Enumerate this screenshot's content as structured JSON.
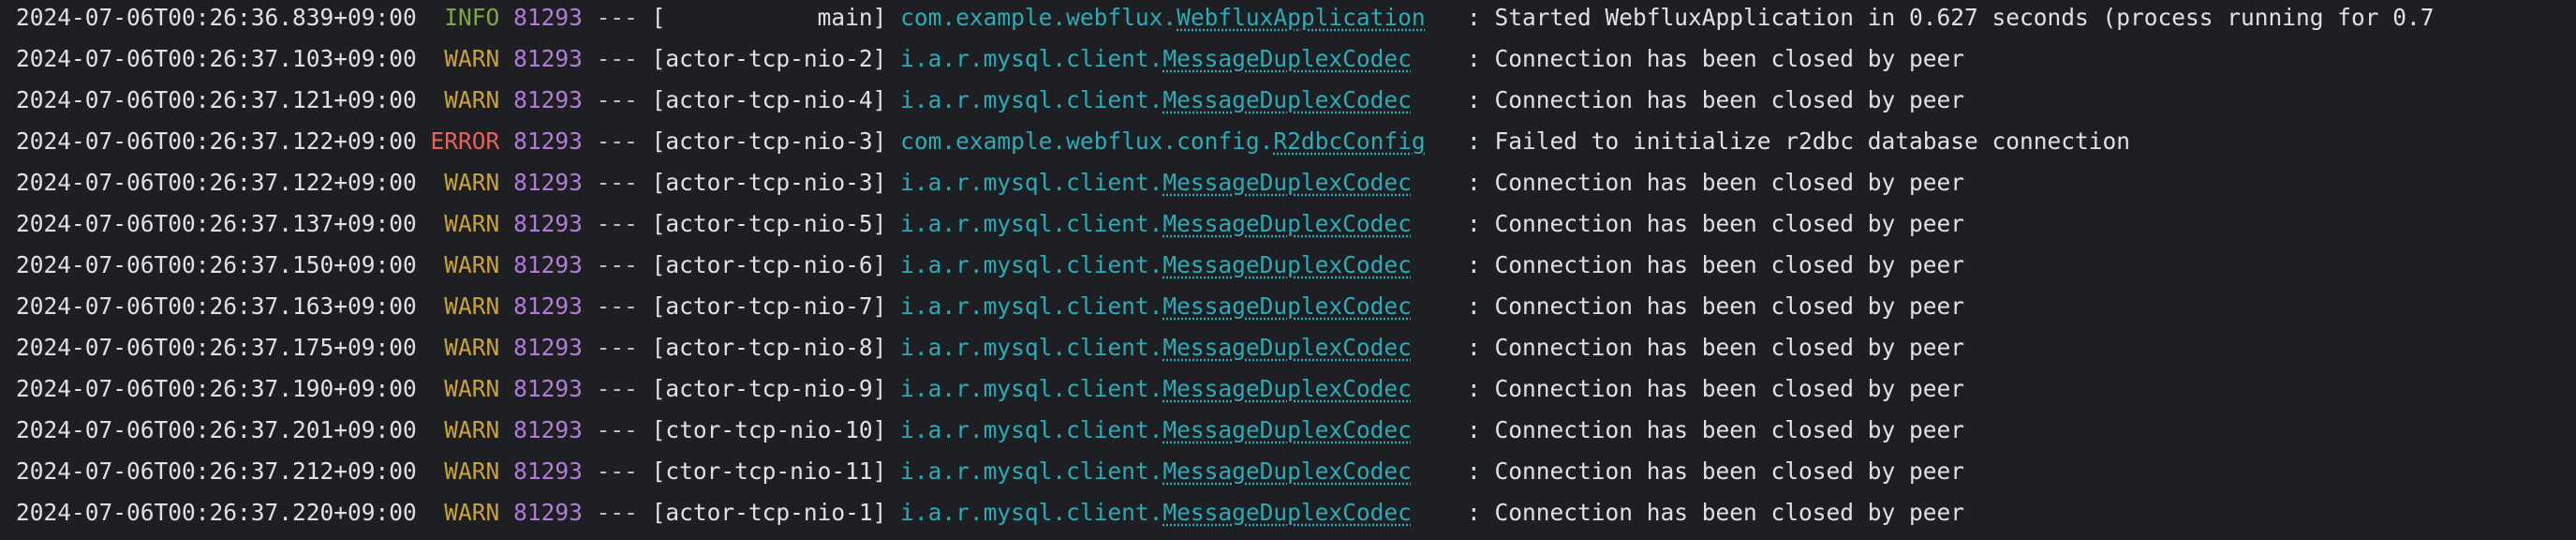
{
  "colors": {
    "background": "#1e1f22",
    "text": "#dfe1e5",
    "info": "#7fa544",
    "warn": "#c9a23b",
    "error": "#e8625d",
    "pid": "#b07cd8",
    "logger": "#2aacb8"
  },
  "log_lines": [
    {
      "timestamp": "2024-07-06T00:26:36.839+09:00",
      "level": " INFO",
      "level_class": "INFO",
      "pid": "81293",
      "sep": "---",
      "thread": "[           main]",
      "logger_pkg": "com.example.webflux.",
      "logger_class": "WebfluxApplication",
      "pad": "   ",
      "message": ": Started WebfluxApplication in 0.627 seconds (process running for 0.7"
    },
    {
      "timestamp": "2024-07-06T00:26:37.103+09:00",
      "level": " WARN",
      "level_class": "WARN",
      "pid": "81293",
      "sep": "---",
      "thread": "[actor-tcp-nio-2]",
      "logger_pkg": "i.a.r.mysql.client.",
      "logger_class": "MessageDuplexCodec",
      "pad": "    ",
      "message": ": Connection has been closed by peer"
    },
    {
      "timestamp": "2024-07-06T00:26:37.121+09:00",
      "level": " WARN",
      "level_class": "WARN",
      "pid": "81293",
      "sep": "---",
      "thread": "[actor-tcp-nio-4]",
      "logger_pkg": "i.a.r.mysql.client.",
      "logger_class": "MessageDuplexCodec",
      "pad": "    ",
      "message": ": Connection has been closed by peer"
    },
    {
      "timestamp": "2024-07-06T00:26:37.122+09:00",
      "level": "ERROR",
      "level_class": "ERROR",
      "pid": "81293",
      "sep": "---",
      "thread": "[actor-tcp-nio-3]",
      "logger_pkg": "com.example.webflux.config.",
      "logger_class": "R2dbcConfig",
      "pad": "   ",
      "message": ": Failed to initialize r2dbc database connection"
    },
    {
      "timestamp": "2024-07-06T00:26:37.122+09:00",
      "level": " WARN",
      "level_class": "WARN",
      "pid": "81293",
      "sep": "---",
      "thread": "[actor-tcp-nio-3]",
      "logger_pkg": "i.a.r.mysql.client.",
      "logger_class": "MessageDuplexCodec",
      "pad": "    ",
      "message": ": Connection has been closed by peer"
    },
    {
      "timestamp": "2024-07-06T00:26:37.137+09:00",
      "level": " WARN",
      "level_class": "WARN",
      "pid": "81293",
      "sep": "---",
      "thread": "[actor-tcp-nio-5]",
      "logger_pkg": "i.a.r.mysql.client.",
      "logger_class": "MessageDuplexCodec",
      "pad": "    ",
      "message": ": Connection has been closed by peer"
    },
    {
      "timestamp": "2024-07-06T00:26:37.150+09:00",
      "level": " WARN",
      "level_class": "WARN",
      "pid": "81293",
      "sep": "---",
      "thread": "[actor-tcp-nio-6]",
      "logger_pkg": "i.a.r.mysql.client.",
      "logger_class": "MessageDuplexCodec",
      "pad": "    ",
      "message": ": Connection has been closed by peer"
    },
    {
      "timestamp": "2024-07-06T00:26:37.163+09:00",
      "level": " WARN",
      "level_class": "WARN",
      "pid": "81293",
      "sep": "---",
      "thread": "[actor-tcp-nio-7]",
      "logger_pkg": "i.a.r.mysql.client.",
      "logger_class": "MessageDuplexCodec",
      "pad": "    ",
      "message": ": Connection has been closed by peer"
    },
    {
      "timestamp": "2024-07-06T00:26:37.175+09:00",
      "level": " WARN",
      "level_class": "WARN",
      "pid": "81293",
      "sep": "---",
      "thread": "[actor-tcp-nio-8]",
      "logger_pkg": "i.a.r.mysql.client.",
      "logger_class": "MessageDuplexCodec",
      "pad": "    ",
      "message": ": Connection has been closed by peer"
    },
    {
      "timestamp": "2024-07-06T00:26:37.190+09:00",
      "level": " WARN",
      "level_class": "WARN",
      "pid": "81293",
      "sep": "---",
      "thread": "[actor-tcp-nio-9]",
      "logger_pkg": "i.a.r.mysql.client.",
      "logger_class": "MessageDuplexCodec",
      "pad": "    ",
      "message": ": Connection has been closed by peer"
    },
    {
      "timestamp": "2024-07-06T00:26:37.201+09:00",
      "level": " WARN",
      "level_class": "WARN",
      "pid": "81293",
      "sep": "---",
      "thread": "[ctor-tcp-nio-10]",
      "logger_pkg": "i.a.r.mysql.client.",
      "logger_class": "MessageDuplexCodec",
      "pad": "    ",
      "message": ": Connection has been closed by peer"
    },
    {
      "timestamp": "2024-07-06T00:26:37.212+09:00",
      "level": " WARN",
      "level_class": "WARN",
      "pid": "81293",
      "sep": "---",
      "thread": "[ctor-tcp-nio-11]",
      "logger_pkg": "i.a.r.mysql.client.",
      "logger_class": "MessageDuplexCodec",
      "pad": "    ",
      "message": ": Connection has been closed by peer"
    },
    {
      "timestamp": "2024-07-06T00:26:37.220+09:00",
      "level": " WARN",
      "level_class": "WARN",
      "pid": "81293",
      "sep": "---",
      "thread": "[actor-tcp-nio-1]",
      "logger_pkg": "i.a.r.mysql.client.",
      "logger_class": "MessageDuplexCodec",
      "pad": "    ",
      "message": ": Connection has been closed by peer"
    }
  ]
}
